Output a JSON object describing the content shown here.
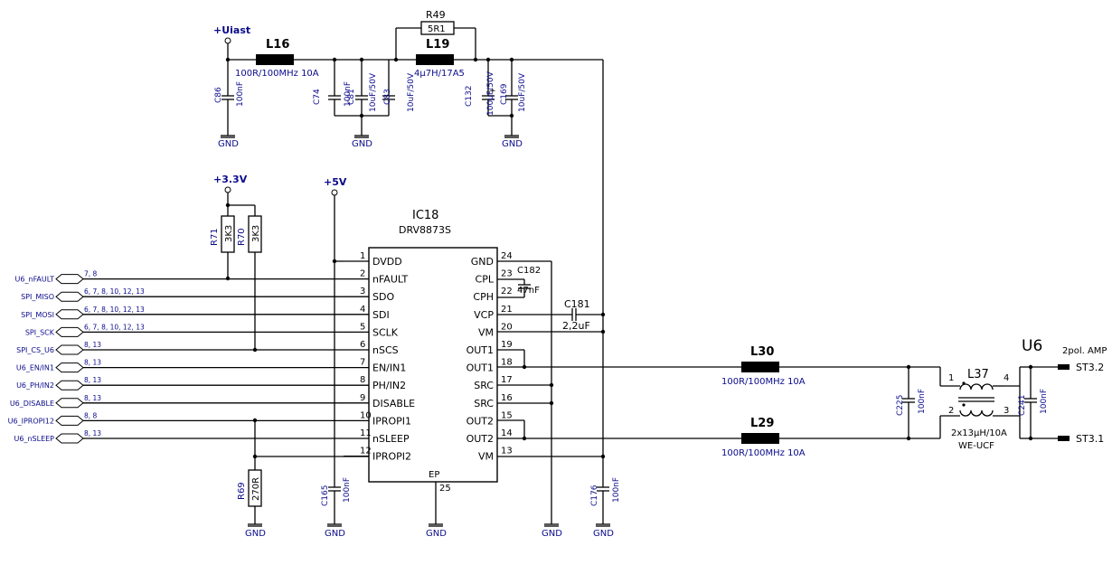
{
  "power": {
    "uiast": "+Uiast",
    "v33": "+3.3V",
    "v5": "+5V",
    "gnd": "GND"
  },
  "parts": {
    "L16": {
      "ref": "L16",
      "val": "100R/100MHz 10A"
    },
    "L19": {
      "ref": "L19",
      "val": "4µ7H/17A5"
    },
    "R49": {
      "ref": "R49",
      "val": "5R1"
    },
    "C86": {
      "ref": "C86",
      "val": "100nF"
    },
    "C74": {
      "ref": "C74",
      "val": "100nF"
    },
    "C81": {
      "ref": "C81",
      "val": "10uF/50V"
    },
    "C83": {
      "ref": "C83",
      "val": "10uF/50V"
    },
    "C132": {
      "ref": "C132",
      "val": "100µF/50V"
    },
    "C169": {
      "ref": "C169",
      "val": "10uF/50V"
    },
    "R71": {
      "ref": "R71",
      "val": "3K3"
    },
    "R70": {
      "ref": "R70",
      "val": "3K3"
    },
    "R69": {
      "ref": "R69",
      "val": "270R"
    },
    "C165": {
      "ref": "C165",
      "val": "100nF"
    },
    "C176": {
      "ref": "C176",
      "val": "100nF"
    },
    "C182": {
      "ref": "C182",
      "val": "47nF"
    },
    "C181": {
      "ref": "C181",
      "val": "2,2uF"
    },
    "L30": {
      "ref": "L30",
      "val": "100R/100MHz 10A"
    },
    "L29": {
      "ref": "L29",
      "val": "100R/100MHz 10A"
    },
    "C225": {
      "ref": "C225",
      "val": "100nF"
    },
    "C241": {
      "ref": "C241",
      "val": "100nF"
    },
    "L37": {
      "ref": "L37",
      "val": "2x13µH/10A",
      "val2": "WE-UCF",
      "p1": "1",
      "p2": "2",
      "p3": "3",
      "p4": "4"
    }
  },
  "ic": {
    "ref": "IC18",
    "part": "DRV8873S",
    "left_pins": [
      {
        "num": "1",
        "name": "DVDD"
      },
      {
        "num": "2",
        "name": "nFAULT"
      },
      {
        "num": "3",
        "name": "SDO"
      },
      {
        "num": "4",
        "name": "SDI"
      },
      {
        "num": "5",
        "name": "SCLK"
      },
      {
        "num": "6",
        "name": "nSCS"
      },
      {
        "num": "7",
        "name": "EN/IN1"
      },
      {
        "num": "8",
        "name": "PH/IN2"
      },
      {
        "num": "9",
        "name": "DISABLE"
      },
      {
        "num": "10",
        "name": "IPROPI1"
      },
      {
        "num": "11",
        "name": "nSLEEP"
      },
      {
        "num": "12",
        "name": "IPROPI2"
      }
    ],
    "right_pins": [
      {
        "num": "24",
        "name": "GND"
      },
      {
        "num": "23",
        "name": "CPL"
      },
      {
        "num": "22",
        "name": "CPH"
      },
      {
        "num": "21",
        "name": "VCP"
      },
      {
        "num": "20",
        "name": "VM"
      },
      {
        "num": "19",
        "name": "OUT1"
      },
      {
        "num": "18",
        "name": "OUT1"
      },
      {
        "num": "17",
        "name": "SRC"
      },
      {
        "num": "16",
        "name": "SRC"
      },
      {
        "num": "15",
        "name": "OUT2"
      },
      {
        "num": "14",
        "name": "OUT2"
      },
      {
        "num": "13",
        "name": "VM"
      }
    ],
    "bottom_pin": {
      "num": "25",
      "name": "EP"
    }
  },
  "ports": [
    {
      "name": "U6_nFAULT",
      "ref": "7, 8"
    },
    {
      "name": "SPI_MISO",
      "ref": "6, 7, 8, 10, 12, 13"
    },
    {
      "name": "SPI_MOSI",
      "ref": "6, 7, 8, 10, 12, 13"
    },
    {
      "name": "SPI_SCK",
      "ref": "6, 7, 8, 10, 12, 13"
    },
    {
      "name": "SPI_CS_U6",
      "ref": "8, 13"
    },
    {
      "name": "U6_EN/IN1",
      "ref": "8, 13"
    },
    {
      "name": "U6_PH/IN2",
      "ref": "8, 13"
    },
    {
      "name": "U6_DISABLE",
      "ref": "8, 13"
    },
    {
      "name": "U6_IPROPI12",
      "ref": "8, 8"
    },
    {
      "name": "U6_nSLEEP",
      "ref": "8, 13"
    }
  ],
  "connector": {
    "ref": "U6",
    "desc": "2pol. AMP",
    "pin1": "ST3.2",
    "pin2": "ST3.1"
  }
}
